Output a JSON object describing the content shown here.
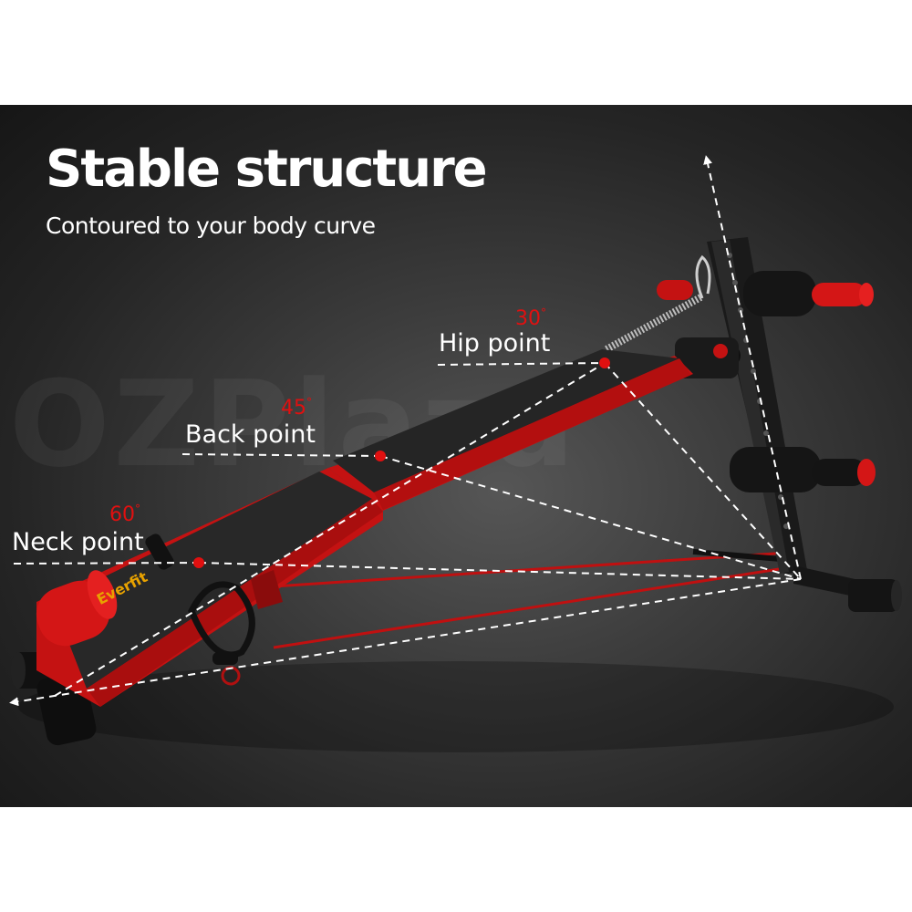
{
  "heading": {
    "title": "Stable structure",
    "subtitle": "Contoured to your body curve"
  },
  "points": {
    "hip": {
      "label": "Hip point",
      "angle": "30",
      "degree": "°"
    },
    "back": {
      "label": "Back point",
      "angle": "45",
      "degree": "°"
    },
    "neck": {
      "label": "Neck point",
      "angle": "60",
      "degree": "°"
    }
  },
  "brand": "Everfit",
  "watermark": "OZPlaza",
  "colors": {
    "accent_red": "#e01010",
    "bench_red": "#d31414",
    "pad_black": "#1c1c1c",
    "brand_orange": "#e8a200",
    "guide_line": "#ffffff"
  }
}
